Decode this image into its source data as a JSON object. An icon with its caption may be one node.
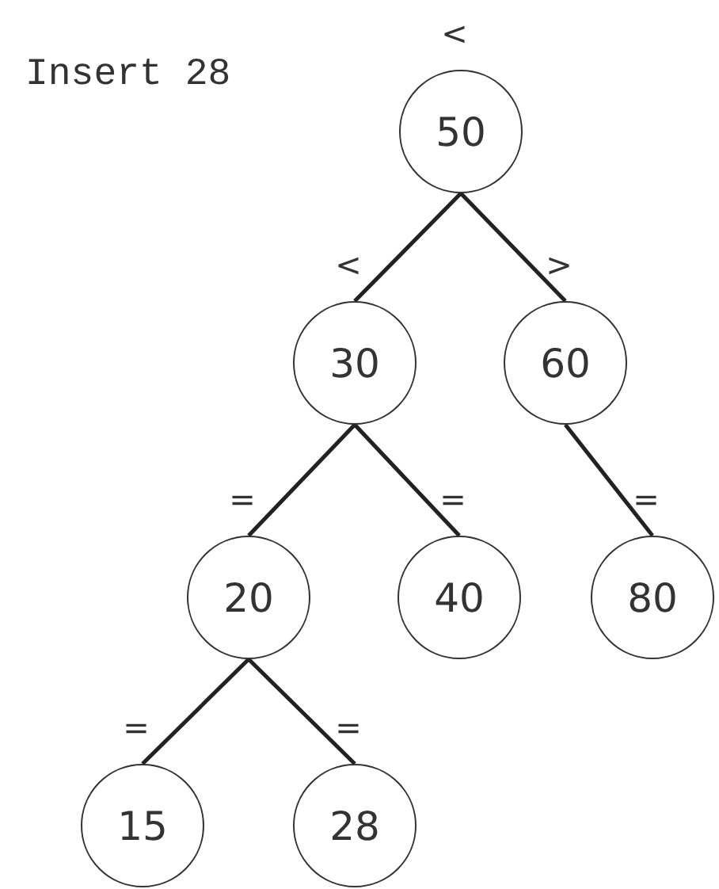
{
  "diagram": {
    "nodes": [
      {
        "text": [
          "50"
        ],
        "beside": [
          "<"
        ]
      },
      {
        "text": [
          "30"
        ],
        "beside": [
          "<"
        ]
      },
      {
        "text": [
          "60"
        ],
        "beside": [
          ">"
        ]
      },
      {
        "text": [
          "20"
        ],
        "beside": [
          "="
        ]
      },
      {
        "text": [
          "40"
        ],
        "beside": [
          "="
        ]
      },
      {
        "text": [
          "80"
        ],
        "beside": [
          "="
        ]
      },
      {
        "text": [
          "15"
        ],
        "beside": [
          "="
        ]
      },
      {
        "text": [
          "28"
        ],
        "beside": [
          "="
        ]
      }
    ],
    "edges": [
      {
        "from": 0,
        "to": 1,
        "arrow": "none"
      },
      {
        "from": 0,
        "to": 2,
        "arrow": "none"
      },
      {
        "from": 1,
        "to": 3,
        "arrow": "none"
      },
      {
        "from": 1,
        "to": 4,
        "arrow": "none"
      },
      {
        "from": 2,
        "to": 5,
        "arrow": "none"
      },
      {
        "from": 3,
        "to": 6,
        "arrow": "none"
      },
      {
        "from": 3,
        "to": 7,
        "arrow": "none"
      }
    ],
    "labels": [
      "Insert 28"
    ]
  }
}
